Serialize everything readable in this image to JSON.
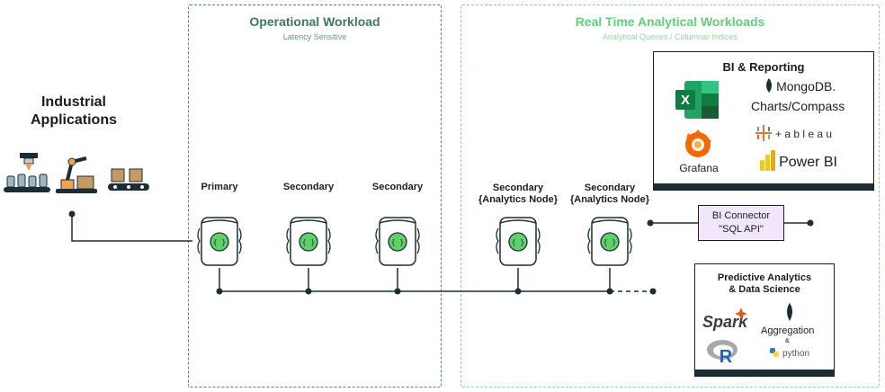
{
  "zones": {
    "operational": {
      "title": "Operational Workload",
      "subtitle": "Latency Sensitive"
    },
    "realtime": {
      "title": "Real Time Analytical Workloads",
      "subtitle": "Analytical Queries / Columnar Indices"
    }
  },
  "industrial": {
    "title_line1": "Industrial",
    "title_line2": "Applications"
  },
  "nodes": {
    "primary": "Primary",
    "secondary_1": "Secondary",
    "secondary_2": "Secondary",
    "analytics_1_line1": "Secondary",
    "analytics_1_line2": "{Analytics Node}",
    "analytics_2_line1": "Secondary",
    "analytics_2_line2": "{Analytics Node}"
  },
  "bi_reporting": {
    "title": "BI & Reporting",
    "grafana": "Grafana",
    "mongodb": "MongoDB.",
    "charts_compass": "Charts/Compass",
    "tableau": "+ a b l e a u",
    "power_bi": "Power BI",
    "excel_letter": "X"
  },
  "bi_connector": {
    "line1": "BI Connector",
    "line2": "\"SQL API\""
  },
  "predictive": {
    "title_line1": "Predictive Analytics",
    "title_line2": "& Data Science",
    "spark": "Spark",
    "r": "R",
    "aggregation": "Aggregation",
    "amp": "&",
    "python": "python"
  },
  "colors": {
    "op_border": "#4f8a6d",
    "rt_border": "#86d49a",
    "node_green": "#5fd06a",
    "connector_fill": "#f1e6fb",
    "panel_bar": "#1c2e35"
  }
}
